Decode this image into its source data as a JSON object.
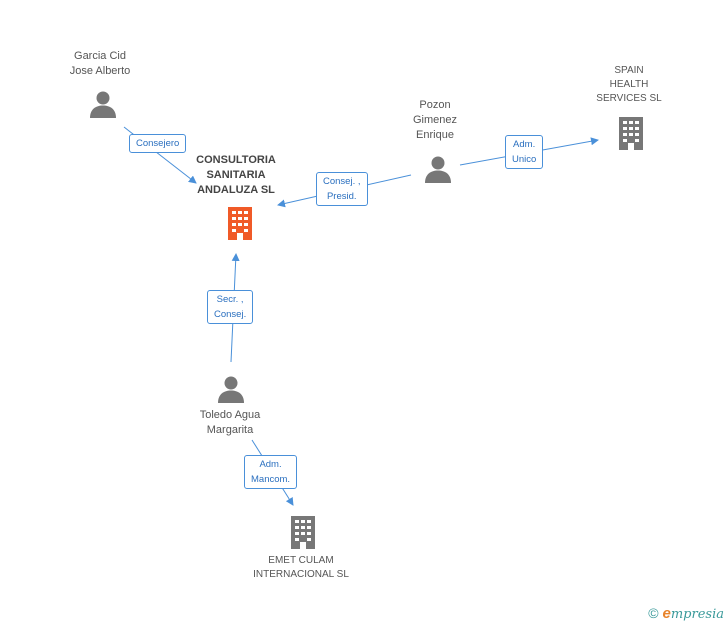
{
  "nodes": {
    "consultoria": {
      "lines": [
        "CONSULTORIA",
        "SANITARIA",
        "ANDALUZA SL"
      ],
      "type": "company",
      "color": "#f05a28"
    },
    "garcia": {
      "lines": [
        "Garcia Cid",
        "Jose Alberto"
      ],
      "type": "person"
    },
    "pozon": {
      "lines": [
        "Pozon",
        "Gimenez",
        "Enrique"
      ],
      "type": "person"
    },
    "spain": {
      "lines": [
        "SPAIN",
        "HEALTH",
        "SERVICES SL"
      ],
      "type": "company"
    },
    "toledo": {
      "lines": [
        "Toledo Agua",
        "Margarita"
      ],
      "type": "person"
    },
    "emet": {
      "lines": [
        "EMET CULAM",
        "INTERNACIONAL SL"
      ],
      "type": "company"
    }
  },
  "edges": {
    "garcia_consultoria": {
      "lines": [
        "Consejero"
      ]
    },
    "pozon_consultoria": {
      "lines": [
        "Consej. ,",
        "Presid."
      ]
    },
    "pozon_spain": {
      "lines": [
        "Adm.",
        "Unico"
      ]
    },
    "toledo_consultoria": {
      "lines": [
        "Secr. ,",
        "Consej."
      ]
    },
    "toledo_emet": {
      "lines": [
        "Adm.",
        "Mancom."
      ]
    }
  },
  "footer": {
    "copyright": "©",
    "brand_initial": "e",
    "brand_rest": "mpresia"
  },
  "colors": {
    "edge": "#4a90d9",
    "icon_gray": "#777777",
    "main_company": "#f05a28"
  }
}
